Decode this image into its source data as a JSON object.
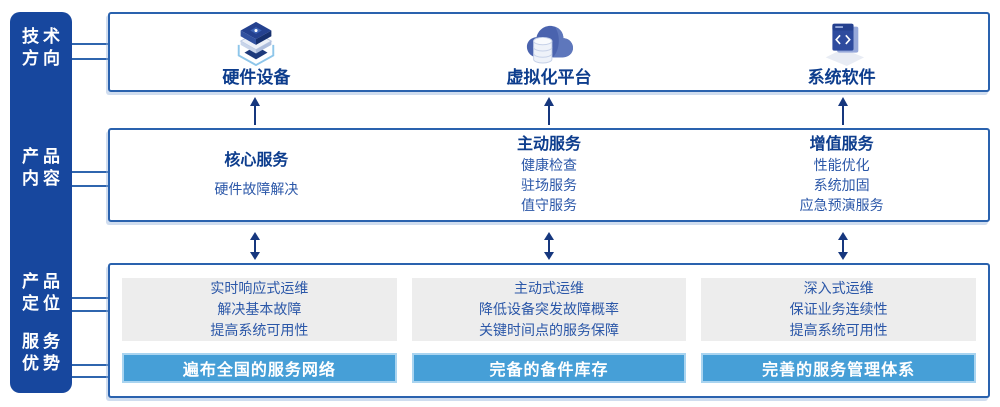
{
  "sidebar": {
    "items": [
      {
        "label": "技术方向",
        "line1": "技术",
        "line2": "方向"
      },
      {
        "label": "产品内容",
        "line1": "产品",
        "line2": "内容"
      },
      {
        "label": "产品定位",
        "line1": "产品",
        "line2": "定位"
      },
      {
        "label": "服务优势",
        "line1": "服务",
        "line2": "优势"
      }
    ]
  },
  "tech_row": {
    "items": [
      {
        "label": "硬件设备",
        "icon": "server-stack-icon"
      },
      {
        "label": "虚拟化平台",
        "icon": "cloud-database-icon"
      },
      {
        "label": "系统软件",
        "icon": "code-window-icon"
      }
    ]
  },
  "service_row": {
    "columns": [
      {
        "heading": "核心服务",
        "items": [
          "硬件故障解决"
        ]
      },
      {
        "heading": "主动服务",
        "items": [
          "健康检查",
          "驻场服务",
          "值守服务"
        ]
      },
      {
        "heading": "增值服务",
        "items": [
          "性能优化",
          "系统加固",
          "应急预演服务"
        ]
      }
    ]
  },
  "positioning_row": {
    "columns": [
      {
        "lines": [
          "实时响应式运维",
          "解决基本故障",
          "提高系统可用性"
        ],
        "banner": "遍布全国的服务网络"
      },
      {
        "lines": [
          "主动式运维",
          "降低设备突发故障概率",
          "关键时间点的服务保障"
        ],
        "banner": "完备的备件库存"
      },
      {
        "lines": [
          "深入式运维",
          "保证业务连续性",
          "提高系统可用性"
        ],
        "banner": "完善的服务管理体系"
      }
    ]
  },
  "colors": {
    "sidebar_bg": "#17479E",
    "box_border": "#2A62AE",
    "heading_text": "#0D3D8D",
    "body_text": "#2B57A8",
    "banner_bg": "#469FD7",
    "banner_border": "#A9D4F0",
    "panel_bg": "#EDEDED",
    "arrow": "#16377E"
  }
}
